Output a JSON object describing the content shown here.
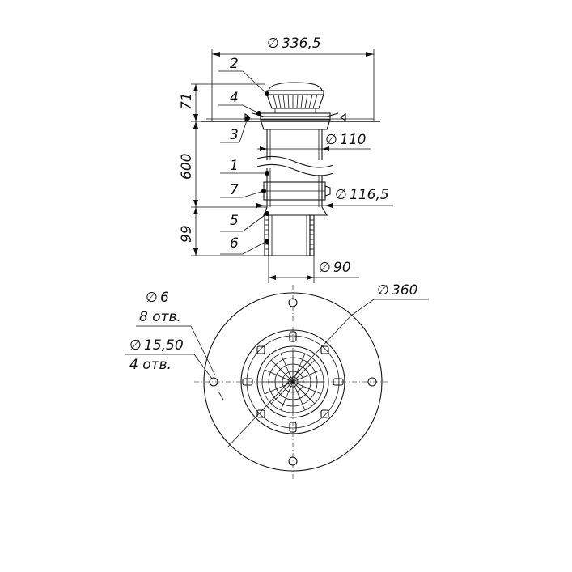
{
  "dimensions": {
    "outer_diameter": "336,5",
    "top_height": "71",
    "pipe_length": "600",
    "bottom_height": "99",
    "pipe_diameter": "110",
    "clamp_diameter": "116,5",
    "spigot_diameter": "90",
    "flange_diameter": "360",
    "small_hole_diameter": "6",
    "small_hole_count": "8 отв.",
    "large_hole_diameter": "15,50",
    "large_hole_count": "4 отв."
  },
  "diameter_symbol": "∅",
  "parts": [
    "2",
    "4",
    "3",
    "1",
    "7",
    "5",
    "6"
  ]
}
